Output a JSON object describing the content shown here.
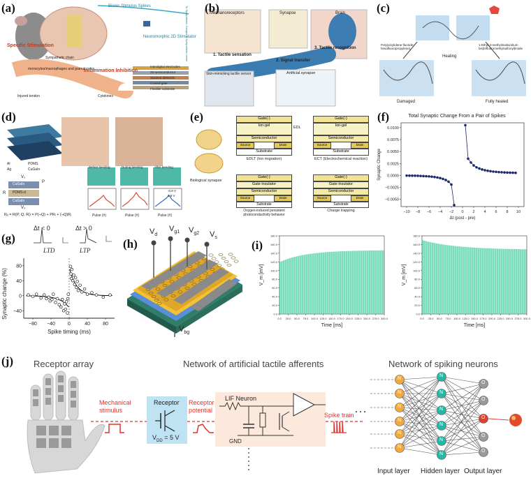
{
  "panels": {
    "a": {
      "label": "(a)",
      "texts": {
        "bionic_spikes": "Bionic Stimulus Spikes",
        "specific_stimulation": "Specific Stimulation",
        "sympathetic_chain": "Sympathetic chain",
        "monocytes": "monocytes/macrophages and granulocytes",
        "inflammation": "Inflammation Inhibition",
        "injured_tendon": "Injured tendon",
        "cytokines": "Cytokines",
        "stimulator": "Neuromorphic 2D Stimulator",
        "layer1": "Interdigital electrodes",
        "layer2": "2D semiconductor",
        "layer3": "Stacked dielectric",
        "layer4": "Control gate",
        "layer5": "Flexible substrate",
        "side_label": "To Sympathetic Ganglia & Sympathetic nerve"
      }
    },
    "b": {
      "label": "(b)",
      "texts": {
        "mechanoreceptors": "Mechanoreceptors",
        "synapse": "Synapse",
        "brain": "Brain",
        "step1": "1. Tactile sensation",
        "step2": "2. Signal transfer",
        "step3": "3. Tactile recognition",
        "skin_sensor": "Skin-mimicking tactile sensor",
        "artificial_synapse": "Artificial synapse"
      }
    },
    "c": {
      "label": "(c)",
      "texts": {
        "polymer": "Poly(vinylidene fluoride-hexafluoropropylene)",
        "ionic_liquid": "1-Ethyl-3-methylimidazolium bis(trifluoromethylsulfonyl)imide",
        "healing": "Healing",
        "damaged": "Damaged",
        "fully_healed": "Fully healed"
      }
    },
    "d": {
      "label": "(d)",
      "texts": {
        "legend_al": "Al",
        "legend_ag": "Ag",
        "legend_pdms": "PDMS",
        "legend_cu": "CuGaIn",
        "layer_top": "CuGaIn",
        "layer_mid": "PDMS-d",
        "layer_bot": "CuGaIn",
        "v1": "V₁",
        "v2": "V₂",
        "r": "R",
        "p": "P",
        "formula": "Rₓ = R(P, Q, Rᵢ) = P(¬Q) + PRᵢ + (¬Q)Rᵢ",
        "before": "Before bending",
        "during": "During bending",
        "after": "After bending",
        "pulse": "Pulse (#)",
        "legend_neg": "-0.8 V",
        "legend_pos": "0.8 V"
      }
    },
    "e": {
      "label": "(e)",
      "texts": {
        "bio_synapse": "Biological synapse",
        "edl": "EDL",
        "edlt_gate": "Gate(-)",
        "edlt_ion": "Ion-gel",
        "edlt_semi": "Semiconductor",
        "edlt_source": "Source",
        "edlt_drain": "Drain",
        "edlt_sub": "Substrate",
        "edlt_title": "EDLT (Ion migration)",
        "ect_title": "ECT (Electrochemical reaction)",
        "oxy_gate": "Gate(-)",
        "oxy_ins": "Gate insulator",
        "oxy_title": "Oxygen-induced persistent photoconductivity behavior",
        "trap_title": "Charge trapping"
      }
    },
    "f": {
      "label": "(f)"
    },
    "g": {
      "label": "(g)",
      "ltd_cond": "Δt < 0",
      "ltp_cond": "Δt > 0",
      "ltd": "LTD",
      "ltp": "LTP"
    },
    "h": {
      "label": "(h)",
      "terminals": [
        "V",
        "V",
        "V",
        "V",
        "V"
      ],
      "subs": [
        "d",
        "g1",
        "g2",
        "s",
        "bg"
      ]
    },
    "i": {
      "label": "(i)"
    },
    "j": {
      "label": "(j)",
      "receptor_array": "Receptor array",
      "afferents": "Network of artificial tactile afferents",
      "spiking": "Network of spiking neurons",
      "mech_stimulus": "Mechanical stimulus",
      "receptor": "Receptor",
      "receptor_potential": "Receptor potential",
      "lif": "LIF Neuron",
      "spike_train": "Spike train",
      "vdd": "V",
      "vdd_sub": "DD",
      "vdd_val": " = 5 V",
      "gnd": "GND",
      "input_layer": "Input layer",
      "hidden_layer": "Hidden layer",
      "output_layer": "Output layer",
      "node_n": "N",
      "node_o": "O"
    }
  },
  "chart_data": [
    {
      "id": "f",
      "type": "scatter",
      "title": "Total Synaptic Change From a Pair of Spikes",
      "xlabel": "Δt (post - pre)",
      "ylabel": "Synaptic Change",
      "xlim": [
        -11,
        11
      ],
      "ylim": [
        -0.0065,
        0.011
      ],
      "xticks": [
        -10,
        -8,
        -6,
        -4,
        -2,
        0,
        2,
        4,
        6,
        8,
        10
      ],
      "yticks": [
        -0.005,
        -0.0025,
        0.0,
        0.0025,
        0.005,
        0.0075,
        0.01
      ],
      "ytick_labels": [
        "−0.0050",
        "−0.0025",
        "0.0000",
        "0.0025",
        "0.0050",
        "0.0075",
        "0.0100"
      ],
      "color": "#1a2a6c",
      "x": [
        -10,
        -9.5,
        -9,
        -8.5,
        -8,
        -7.5,
        -7,
        -6.5,
        -6,
        -5.5,
        -5,
        -4.5,
        -4,
        -3.5,
        -3,
        -2.5,
        -2,
        -1.5,
        0.5,
        1,
        1.5,
        2,
        2.5,
        3,
        3.5,
        4,
        4.5,
        5,
        5.5,
        6,
        6.5,
        7,
        7.5,
        8,
        8.5,
        9,
        9.5
      ],
      "y": [
        -3e-05,
        -4e-05,
        -5e-05,
        -6e-05,
        -8e-05,
        -0.0001,
        -0.00013,
        -0.00016,
        -0.0002,
        -0.00026,
        -0.00033,
        -0.00043,
        -0.00055,
        -0.00072,
        -0.00095,
        -0.0013,
        -0.0019,
        -0.0062,
        0.0105,
        0.0035,
        0.0027,
        0.0021,
        0.0017,
        0.00145,
        0.00125,
        0.0011,
        0.00098,
        0.00089,
        0.00081,
        0.00075,
        0.0007,
        0.00066,
        0.00063,
        0.0006,
        0.00058,
        0.00056,
        0.00054
      ]
    },
    {
      "id": "g",
      "type": "scatter",
      "title": "",
      "xlabel": "Spike timing (ms)",
      "ylabel": "Synaptic change (%)",
      "xlim": [
        -100,
        100
      ],
      "ylim": [
        -60,
        100
      ],
      "xticks": [
        -80,
        -40,
        0,
        40,
        80
      ],
      "yticks": [
        -40,
        0,
        40,
        80
      ],
      "x": [
        -90,
        -80,
        -72,
        -62,
        -55,
        -50,
        -45,
        -42,
        -38,
        -35,
        -30,
        -26,
        -22,
        -18,
        -15,
        -12,
        -10,
        -8,
        -6,
        -4,
        -3,
        -2,
        3,
        4,
        5,
        6,
        8,
        10,
        12,
        14,
        16,
        18,
        20,
        24,
        28,
        34,
        40,
        50,
        60,
        75,
        90
      ],
      "y": [
        2,
        -2,
        4,
        -6,
        2,
        -8,
        -4,
        -14,
        -10,
        4,
        -18,
        -8,
        -24,
        -30,
        -10,
        -40,
        -22,
        -36,
        -16,
        -46,
        -8,
        4,
        78,
        58,
        46,
        70,
        40,
        55,
        30,
        48,
        22,
        38,
        14,
        28,
        10,
        18,
        4,
        8,
        2,
        -4,
        2
      ]
    },
    {
      "id": "i1",
      "type": "bar",
      "title": "",
      "xlabel": "Time [ms]",
      "ylabel": "V_m [mV]",
      "xlim": [
        0,
        300
      ],
      "ylim": [
        0,
        180
      ],
      "xticks": [
        0,
        25,
        50,
        75,
        100,
        125,
        150,
        175,
        200,
        225,
        250,
        275,
        300
      ],
      "yticks": [
        0,
        20,
        40,
        60,
        80,
        100,
        120,
        140,
        160,
        180
      ],
      "color": "#4fd1a5",
      "bar_count": 100,
      "start_value": 120,
      "end_value": 147,
      "trend": "rising"
    },
    {
      "id": "i2",
      "type": "bar",
      "title": "",
      "xlabel": "Time [ms]",
      "ylabel": "V_m [mV]",
      "xlim": [
        0,
        300
      ],
      "ylim": [
        0,
        180
      ],
      "xticks": [
        0,
        25,
        50,
        75,
        100,
        125,
        150,
        175,
        200,
        225,
        250,
        275,
        300
      ],
      "yticks": [
        0,
        20,
        40,
        60,
        80,
        100,
        120,
        140,
        160,
        180
      ],
      "color": "#4fd1a5",
      "bar_count": 100,
      "start_value": 170,
      "end_value": 148,
      "trend": "decaying"
    }
  ]
}
